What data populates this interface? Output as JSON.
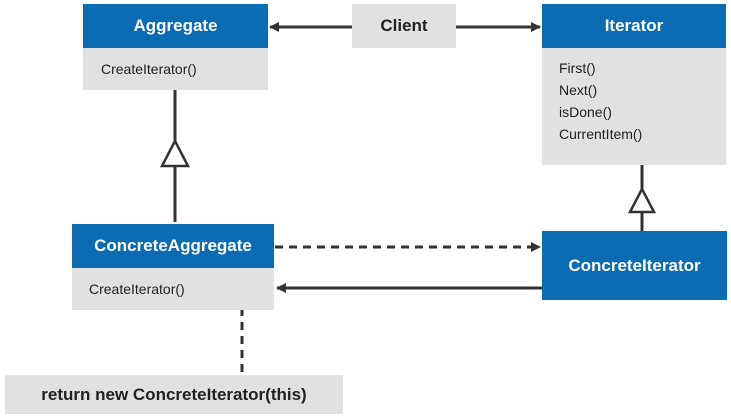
{
  "diagram": {
    "aggregate": {
      "title": "Aggregate",
      "operations": [
        "CreateIterator()"
      ]
    },
    "client": {
      "title": "Client"
    },
    "iterator": {
      "title": "Iterator",
      "operations": [
        "First()",
        "Next()",
        "isDone()",
        "CurrentItem()"
      ]
    },
    "concrete_aggregate": {
      "title": "ConcreteAggregate",
      "operations": [
        "CreateIterator()"
      ]
    },
    "concrete_iterator": {
      "title": "ConcreteIterator"
    },
    "note": {
      "text": "return new ConcreteIterator(this)"
    }
  },
  "colors": {
    "header": "#0b6bb3",
    "box_body": "#e1e1e1",
    "line": "#333333",
    "header_text": "#ffffff"
  }
}
